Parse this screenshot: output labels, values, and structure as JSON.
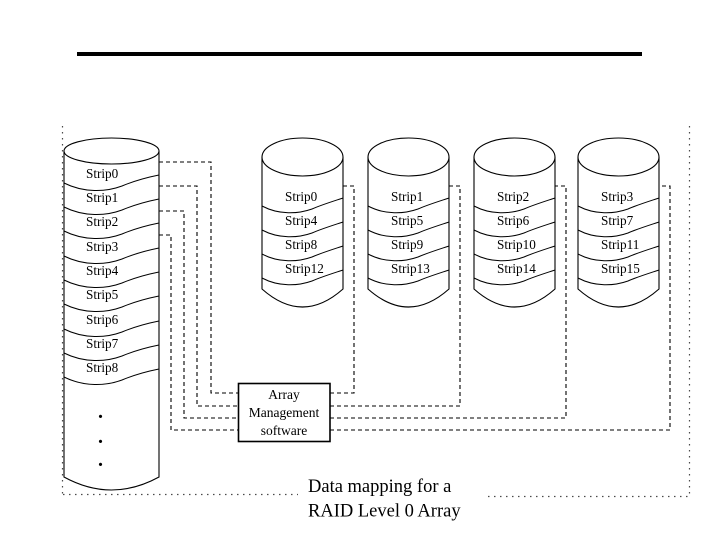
{
  "title": {
    "caption_line1": "Data mapping for a",
    "caption_line2": "RAID Level 0 Array"
  },
  "array_management_box": {
    "line1": "Array",
    "line2": "Management",
    "line3": "software"
  },
  "disks": [
    {
      "role": "logical-disk",
      "strips": [
        "Strip0",
        "Strip1",
        "Strip2",
        "Strip3",
        "Strip4",
        "Strip5",
        "Strip6",
        "Strip7",
        "Strip8"
      ],
      "ellipsis": [
        ".",
        ".",
        "."
      ]
    },
    {
      "role": "member-disk-1",
      "strips": [
        "Strip0",
        "Strip4",
        "Strip8",
        "Strip12"
      ]
    },
    {
      "role": "member-disk-2",
      "strips": [
        "Strip1",
        "Strip5",
        "Strip9",
        "Strip13"
      ]
    },
    {
      "role": "member-disk-3",
      "strips": [
        "Strip2",
        "Strip6",
        "Strip10",
        "Strip14"
      ]
    },
    {
      "role": "member-disk-4",
      "strips": [
        "Strip3",
        "Strip7",
        "Strip11",
        "Strip15"
      ]
    }
  ],
  "colors": {
    "line": "#000000",
    "background": "#ffffff",
    "dotted_border": "#4a4a4a"
  }
}
